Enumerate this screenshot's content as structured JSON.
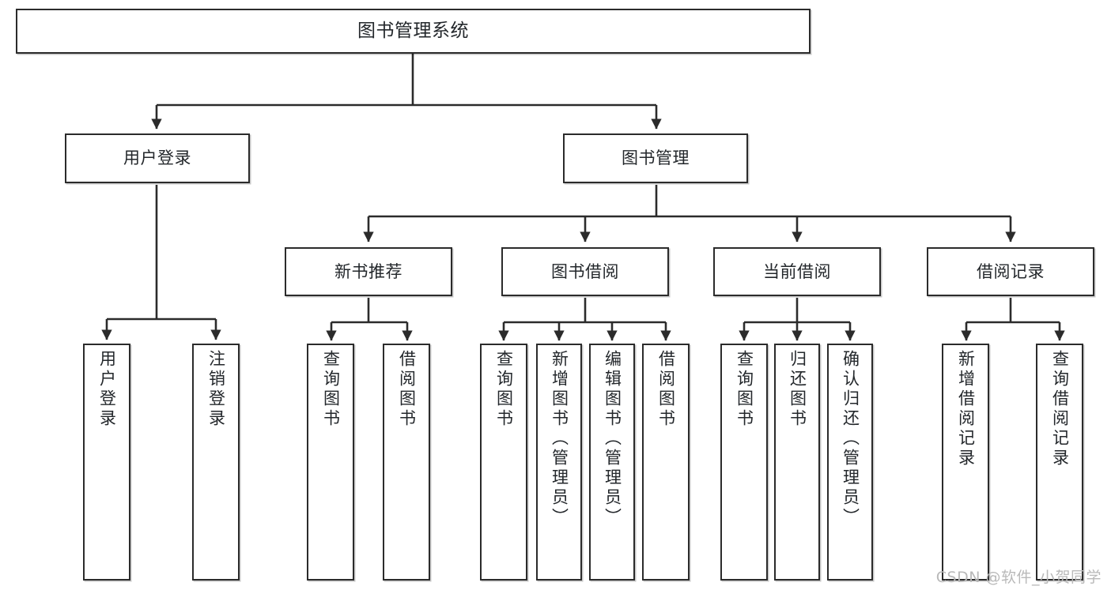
{
  "diagram": {
    "type": "tree-hierarchy",
    "title": "图书管理系统",
    "watermark": "CSDN @软件_小贺同学",
    "colors": {
      "box_border": "#2b2b2b",
      "box_fill": "#ffffff",
      "edge": "#2b2b2b",
      "text": "#23272b",
      "watermark": "#b9b9b9",
      "background": "#ffffff"
    },
    "nodes": {
      "root": {
        "label": "图书管理系统"
      },
      "level2": [
        {
          "id": "user-login",
          "label": "用户登录"
        },
        {
          "id": "book-manage",
          "label": "图书管理"
        }
      ],
      "level3": [
        {
          "id": "new-book-recommend",
          "label": "新书推荐"
        },
        {
          "id": "book-borrow",
          "label": "图书借阅"
        },
        {
          "id": "current-borrow",
          "label": "当前借阅"
        },
        {
          "id": "borrow-record",
          "label": "借阅记录"
        }
      ],
      "leaves": {
        "user-login": [
          {
            "id": "leaf-user-login",
            "label": "用户登录"
          },
          {
            "id": "leaf-logout-login",
            "label": "注销登录"
          }
        ],
        "new-book-recommend": [
          {
            "id": "leaf-query-book-1",
            "label": "查询图书"
          },
          {
            "id": "leaf-borrow-book-1",
            "label": "借阅图书"
          }
        ],
        "book-borrow": [
          {
            "id": "leaf-query-book-2",
            "label": "查询图书"
          },
          {
            "id": "leaf-add-book",
            "label": "新增图书（管理员）"
          },
          {
            "id": "leaf-edit-book",
            "label": "编辑图书（管理员）"
          },
          {
            "id": "leaf-borrow-book-2",
            "label": "借阅图书"
          }
        ],
        "current-borrow": [
          {
            "id": "leaf-query-book-3",
            "label": "查询图书"
          },
          {
            "id": "leaf-return-book",
            "label": "归还图书"
          },
          {
            "id": "leaf-confirm-return",
            "label": "确认归还（管理员）"
          }
        ],
        "borrow-record": [
          {
            "id": "leaf-add-record",
            "label": "新增借阅记录"
          },
          {
            "id": "leaf-query-record",
            "label": "查询借阅记录"
          }
        ]
      }
    }
  }
}
